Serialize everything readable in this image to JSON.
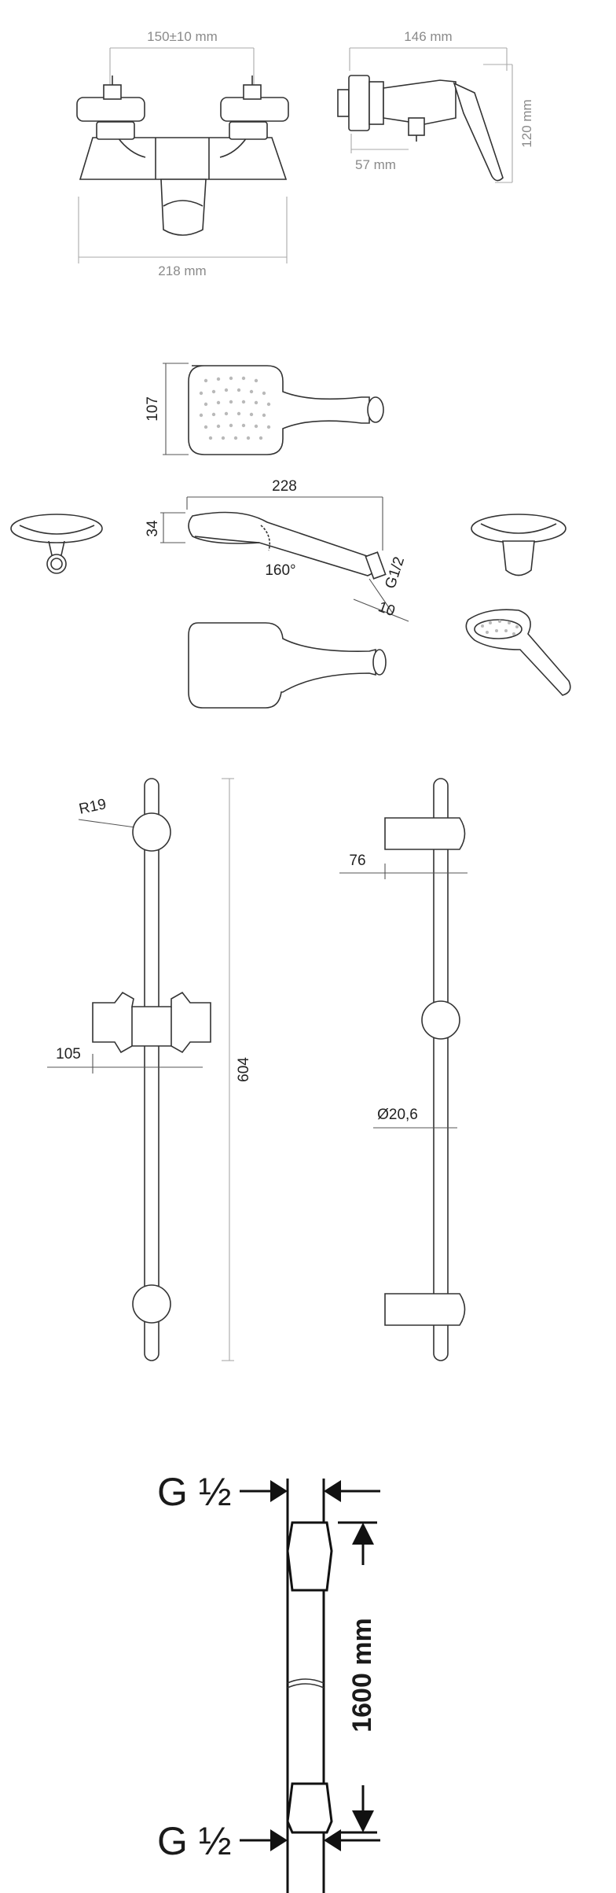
{
  "mixer": {
    "centers_label": "150±10 mm",
    "width_label": "218 mm",
    "depth_label": "146 mm",
    "projection_label": "57 mm",
    "height_label": "120 mm"
  },
  "hand_shower": {
    "head_width_label": "107",
    "length_label": "228",
    "thickness_label": "34",
    "angle_label": "160°",
    "thread_label": "G1/2",
    "connector_label": "10"
  },
  "slide_bar": {
    "radius_label": "R19",
    "offset_label": "105",
    "height_label": "604",
    "holder_projection_label": "76",
    "diameter_label": "Ø20,6"
  },
  "hose": {
    "top_thread_label": "G ½",
    "bottom_thread_label": "G ½",
    "length_label": "1600 mm"
  },
  "colors": {
    "line": "#333333",
    "dimension_line": "#a8a8a8",
    "text_light": "#8a8a8a",
    "text_dark": "#222222"
  }
}
